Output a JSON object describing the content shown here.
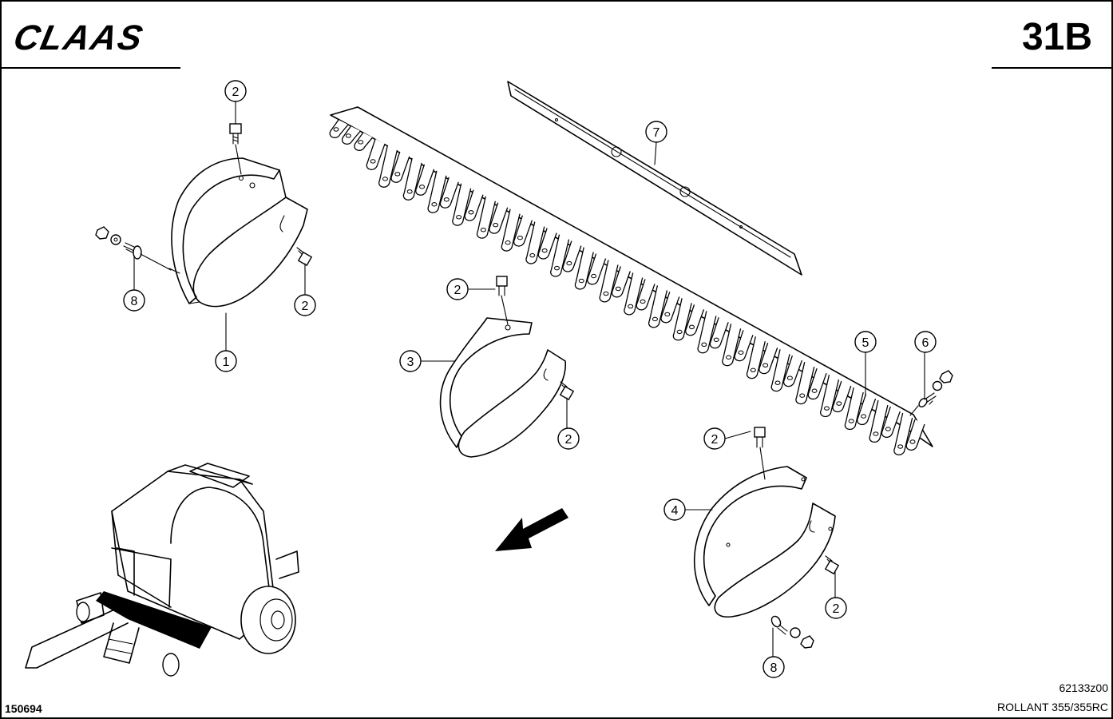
{
  "header": {
    "brand": "CLAAS",
    "section": "31B"
  },
  "footer": {
    "doc_number": "150694",
    "drawing_id": "62133z00",
    "model": "ROLLANT 355/355RC"
  },
  "callouts": [
    {
      "id": "c-2a",
      "label": "2"
    },
    {
      "id": "c-8a",
      "label": "8"
    },
    {
      "id": "c-2b",
      "label": "2"
    },
    {
      "id": "c-1",
      "label": "1"
    },
    {
      "id": "c-7",
      "label": "7"
    },
    {
      "id": "c-2c",
      "label": "2"
    },
    {
      "id": "c-3",
      "label": "3"
    },
    {
      "id": "c-2d",
      "label": "2"
    },
    {
      "id": "c-5",
      "label": "5"
    },
    {
      "id": "c-6",
      "label": "6"
    },
    {
      "id": "c-2e",
      "label": "2"
    },
    {
      "id": "c-4",
      "label": "4"
    },
    {
      "id": "c-2f",
      "label": "2"
    },
    {
      "id": "c-8b",
      "label": "8"
    }
  ]
}
